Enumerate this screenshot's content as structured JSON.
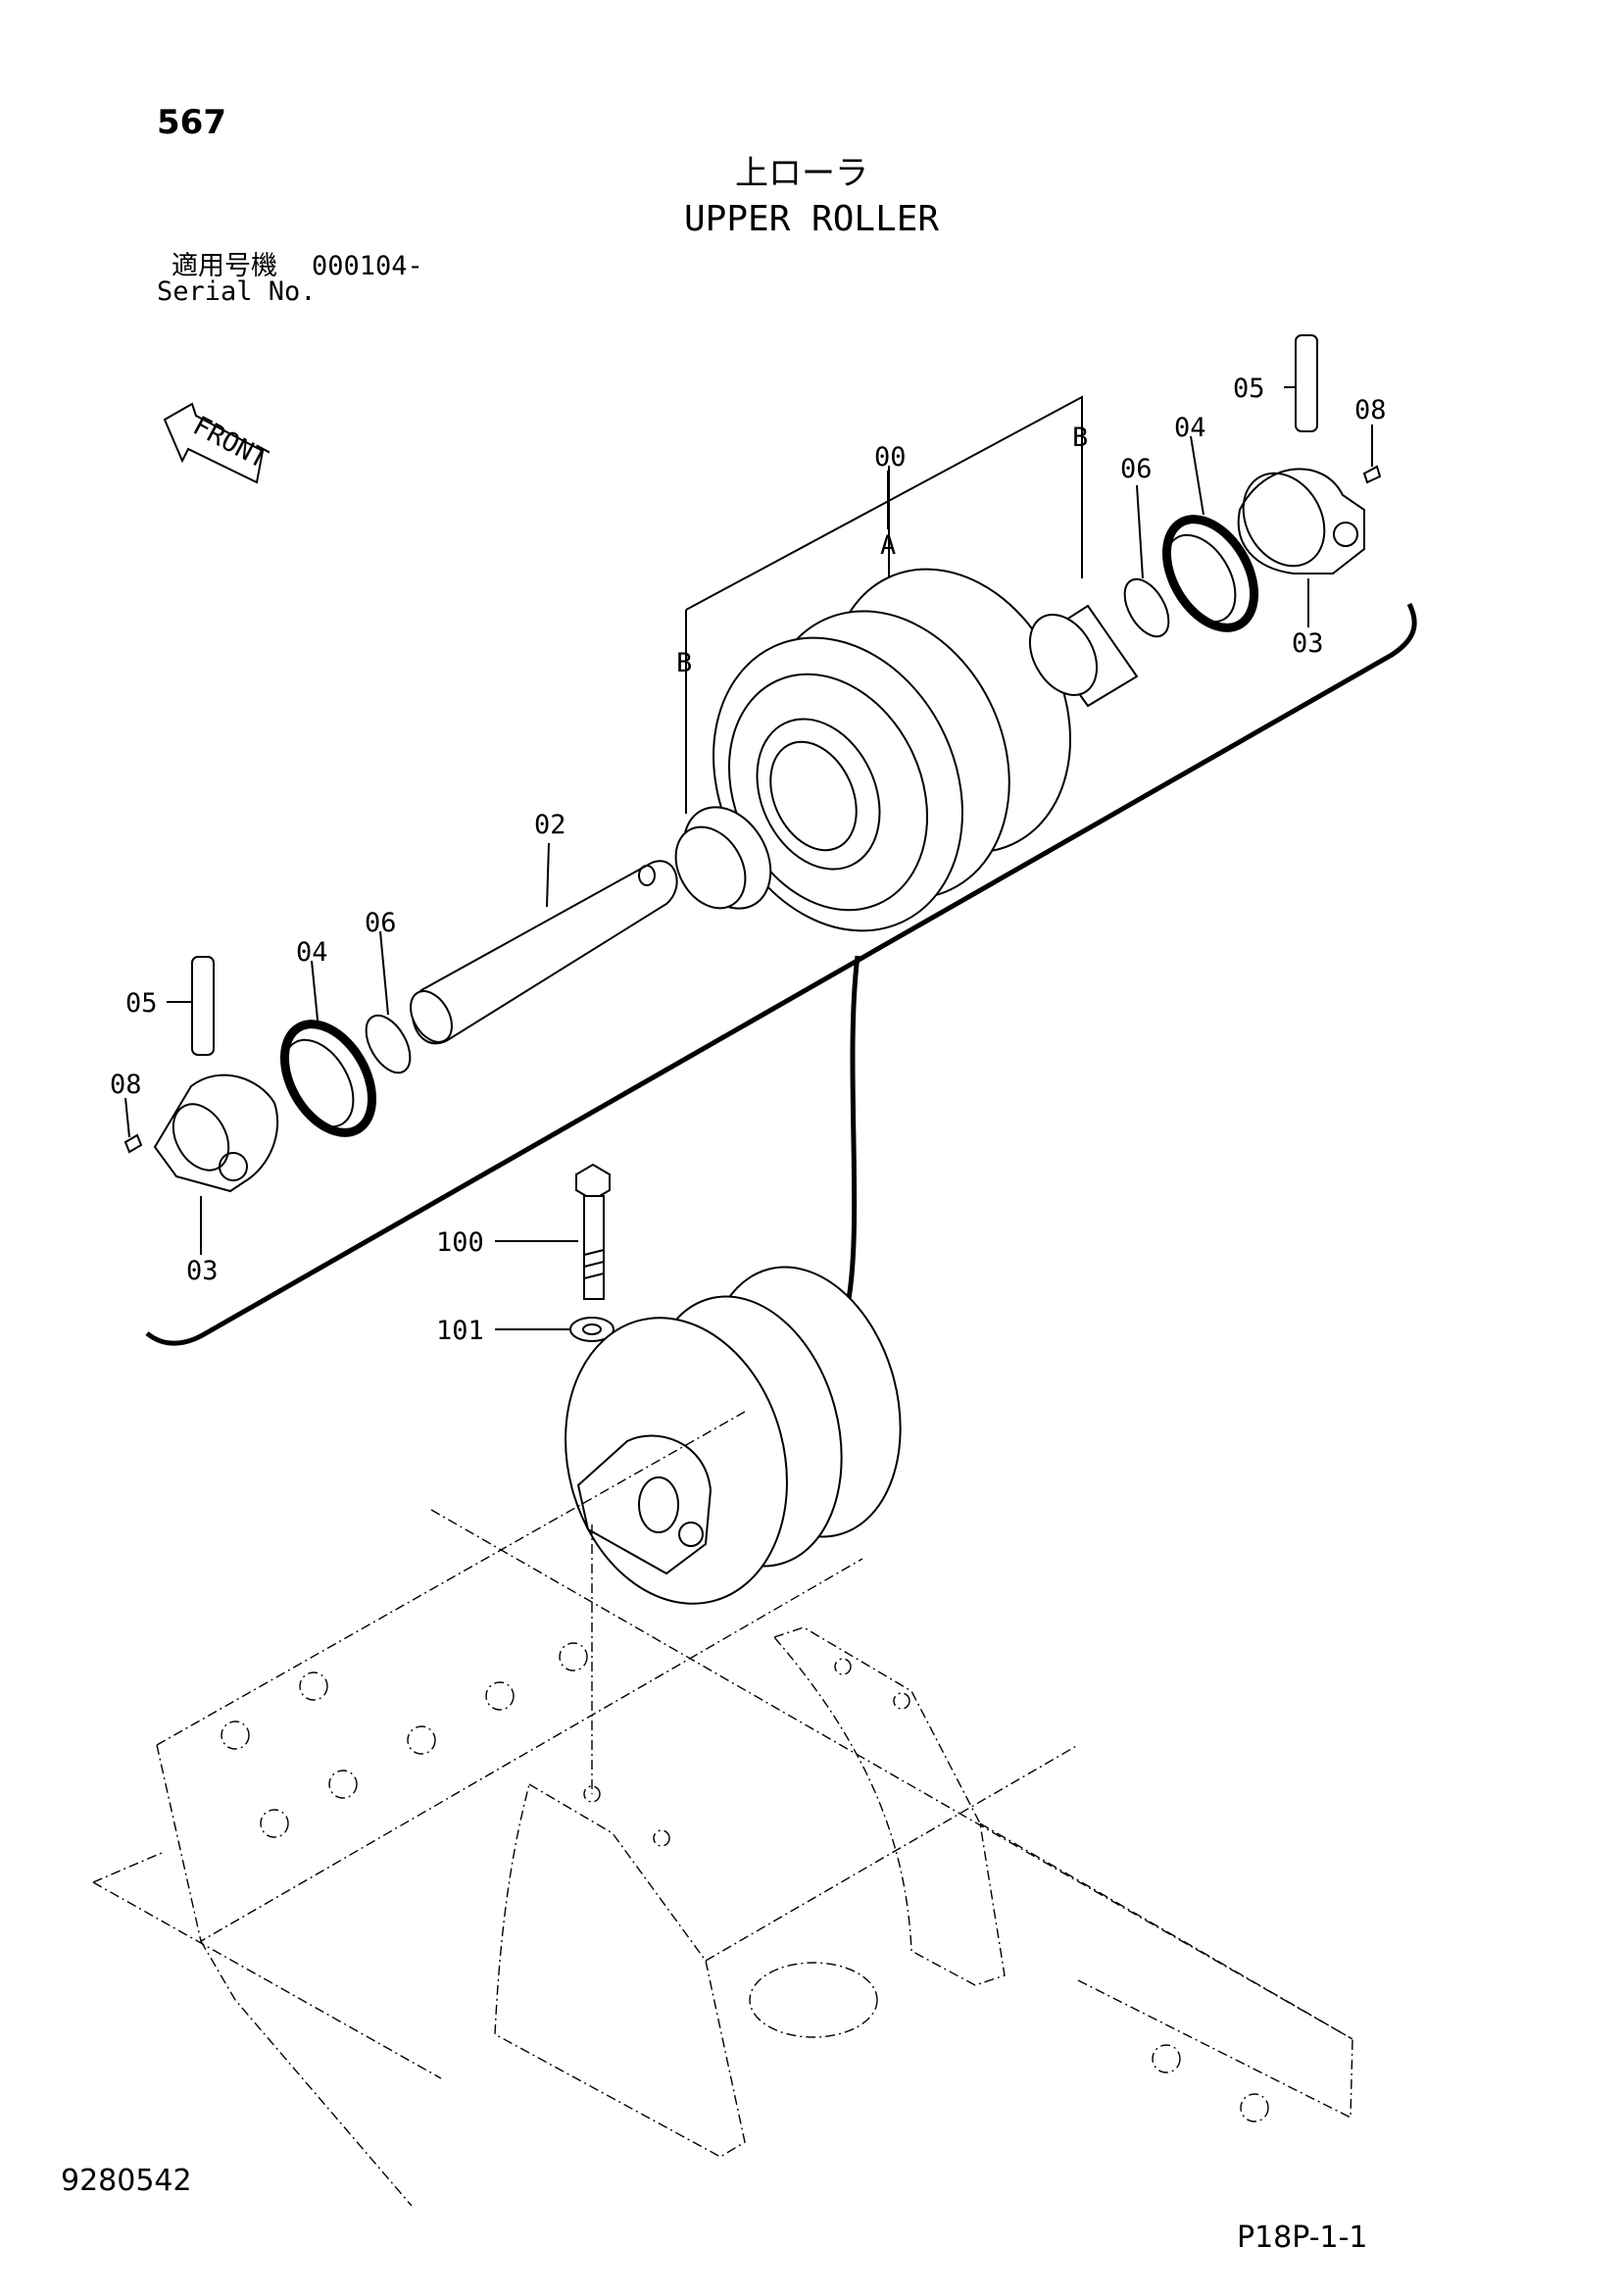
{
  "header": {
    "page_number": "567",
    "title_jp": "上ローラ",
    "title_en": "UPPER ROLLER",
    "serial_label_jp": "適用号機",
    "serial_value": "000104-",
    "serial_label_en": "Serial No."
  },
  "direction_marker": "FRONT",
  "callouts": {
    "c00": "00",
    "cA": "A",
    "cB1": "B",
    "cB2": "B",
    "c02": "02",
    "c03a": "03",
    "c03b": "03",
    "c04a": "04",
    "c04b": "04",
    "c05a": "05",
    "c05b": "05",
    "c06a": "06",
    "c06b": "06",
    "c08a": "08",
    "c08b": "08",
    "c100": "100",
    "c101": "101"
  },
  "footer": {
    "doc_id": "9280542",
    "page_ref": "P18P-1-1"
  }
}
